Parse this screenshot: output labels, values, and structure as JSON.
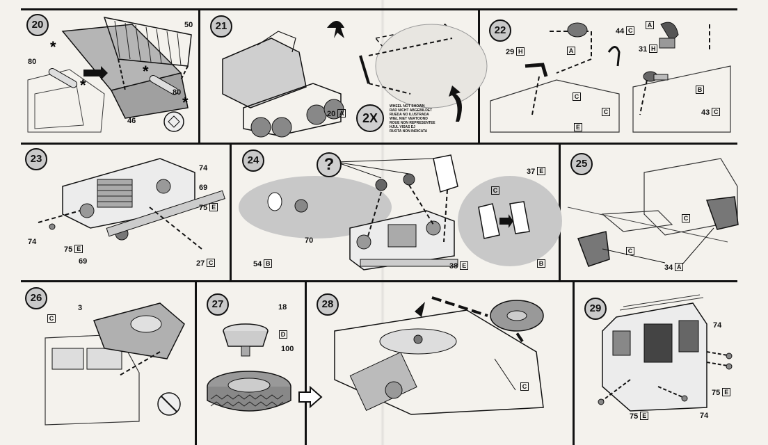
{
  "steps": {
    "s20": {
      "num": "20",
      "labels": {
        "a": "50",
        "b": "80",
        "c": "80",
        "d": "46"
      }
    },
    "s21": {
      "num": "21",
      "part_label": "20",
      "part_box": "A",
      "multiplier": "2X",
      "note": [
        "WHEEL NOT SHOWN",
        "RAD NICHT ABGEBILDET",
        "RUEDA NO ILUSTRADA",
        "WIEL NIET VERTOOND",
        "ROUE NON REPRESENTEE",
        "HJUL VISAS EJ",
        "RUOTA NON INDICATA"
      ]
    },
    "s22": {
      "num": "22",
      "labels": {
        "p44": "44",
        "p44b": "C",
        "a1": "A",
        "a2": "A",
        "p31": "31",
        "p31b": "H",
        "p29": "29",
        "p29b": "H",
        "c1": "C",
        "c2": "C",
        "e1": "E",
        "b1": "B",
        "p43": "43",
        "p43b": "C"
      }
    },
    "s23": {
      "num": "23",
      "labels": {
        "p74a": "74",
        "p69a": "69",
        "p75a": "75",
        "p75ab": "E",
        "p74b": "74",
        "p75b": "75",
        "p75bb": "E",
        "p69b": "69",
        "p27": "27",
        "p27b": "C"
      }
    },
    "s24": {
      "num": "24",
      "question": "?",
      "labels": {
        "p37": "37",
        "p37b": "E",
        "c": "C",
        "p70": "70",
        "p54": "54",
        "p54b": "B",
        "p38": "38",
        "p38b": "E",
        "b": "B"
      }
    },
    "s25": {
      "num": "25",
      "labels": {
        "c1": "C",
        "c2": "C",
        "p34": "34",
        "p34b": "A"
      }
    },
    "s26": {
      "num": "26",
      "labels": {
        "p3": "3",
        "c": "C"
      }
    },
    "s27": {
      "num": "27",
      "labels": {
        "p18": "18",
        "d": "D",
        "p100": "100"
      }
    },
    "s28": {
      "num": "28",
      "labels": {
        "c": "C"
      }
    },
    "s29": {
      "num": "29",
      "labels": {
        "p74a": "74",
        "p75a": "75",
        "p75ab": "E",
        "p75b": "75",
        "p75bb": "E",
        "p74b": "74"
      }
    }
  }
}
